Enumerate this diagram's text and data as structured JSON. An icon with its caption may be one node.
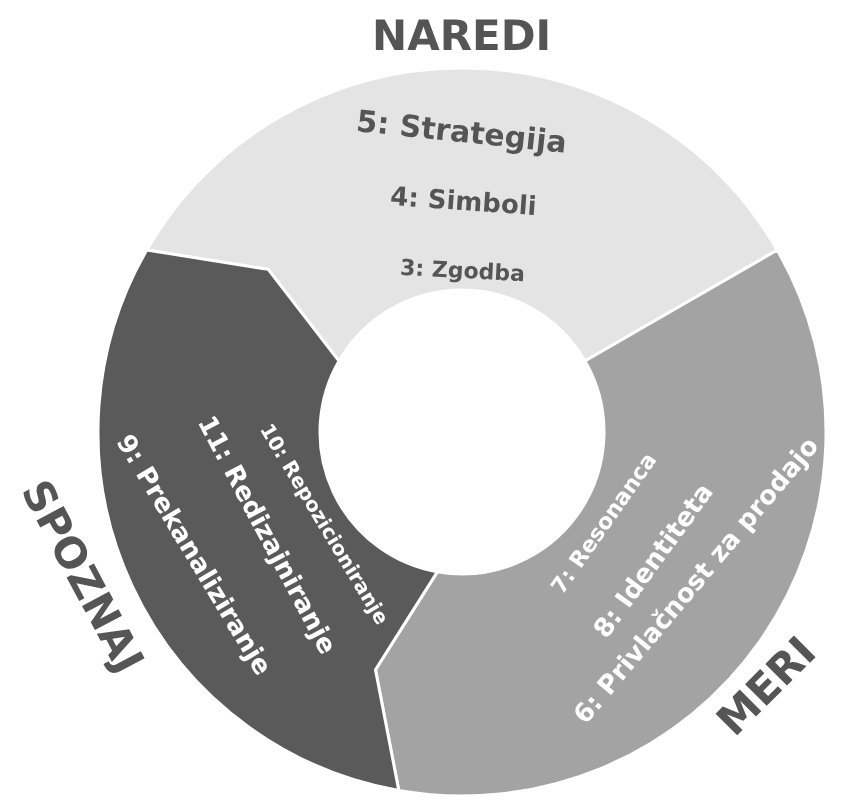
{
  "diagram": {
    "nodes": [
      {
        "text": [
          "NAREDI",
          "5: Strategija",
          "4: Simboli",
          "3: Zgodba"
        ]
      },
      {
        "text": [
          "MERI",
          "6: Privlačnost za prodajo",
          "8: Identiteta",
          "7: Resonanca"
        ]
      },
      {
        "text": [
          "SPOZNAJ",
          "9: Prekanaliziranje",
          "11: Redizajniranje",
          "10: Repozicioniranje"
        ]
      }
    ]
  }
}
